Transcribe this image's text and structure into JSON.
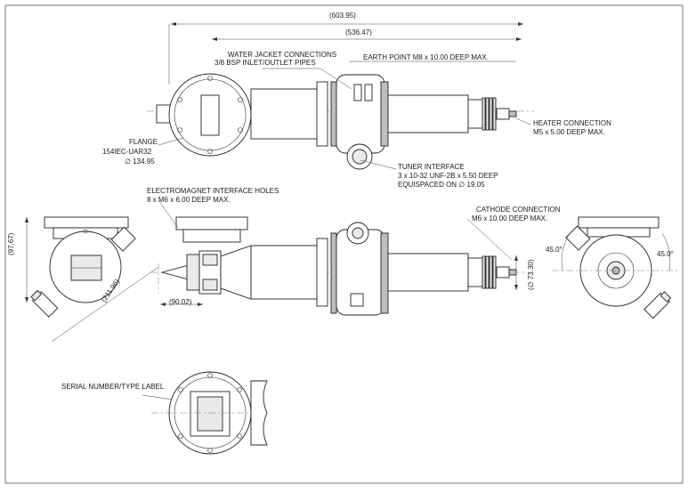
{
  "dimensions": {
    "overall_length": "(603.95)",
    "jacket_to_end": "(536.47)",
    "flange_dia": "∅ 134.95",
    "height_left": "(97.67)",
    "diagonal_left": "(211.96)",
    "nose_length": "(90.02)",
    "tuner_dia": "(∅ 73.30)",
    "angle_left": "45.0°",
    "angle_right": "45.0°"
  },
  "callouts": {
    "water_jacket": [
      "WATER JACKET CONNECTIONS",
      "3/8 BSP INLET/OUTLET PIPES"
    ],
    "earth_point": "EARTH POINT M8 x 10.00 DEEP MAX.",
    "heater": [
      "HEATER CONNECTION",
      "M5 x 5.00 DEEP MAX."
    ],
    "flange": [
      "FLANGE",
      "154IEC-UAR32"
    ],
    "tuner": [
      "TUNER INTERFACE",
      "3 x 10-32 UNF-2B x 5.50 DEEP",
      "EQUISPACED ON ∅ 19.05"
    ],
    "electromagnet": [
      "ELECTROMAGNET INTERFACE HOLES",
      "8 x M6 x 6.00 DEEP MAX."
    ],
    "cathode": [
      "CATHODE CONNECTION",
      "M6 x 10.00 DEEP MAX."
    ],
    "serial": "SERIAL NUMBER/TYPE LABEL"
  },
  "icons": {
    "border": "drawing-frame",
    "arrow": "dimension-arrow"
  },
  "colors": {
    "line": "#222222",
    "fill_light": "#e9e9e9",
    "fill_dark": "#bdbdbd"
  }
}
